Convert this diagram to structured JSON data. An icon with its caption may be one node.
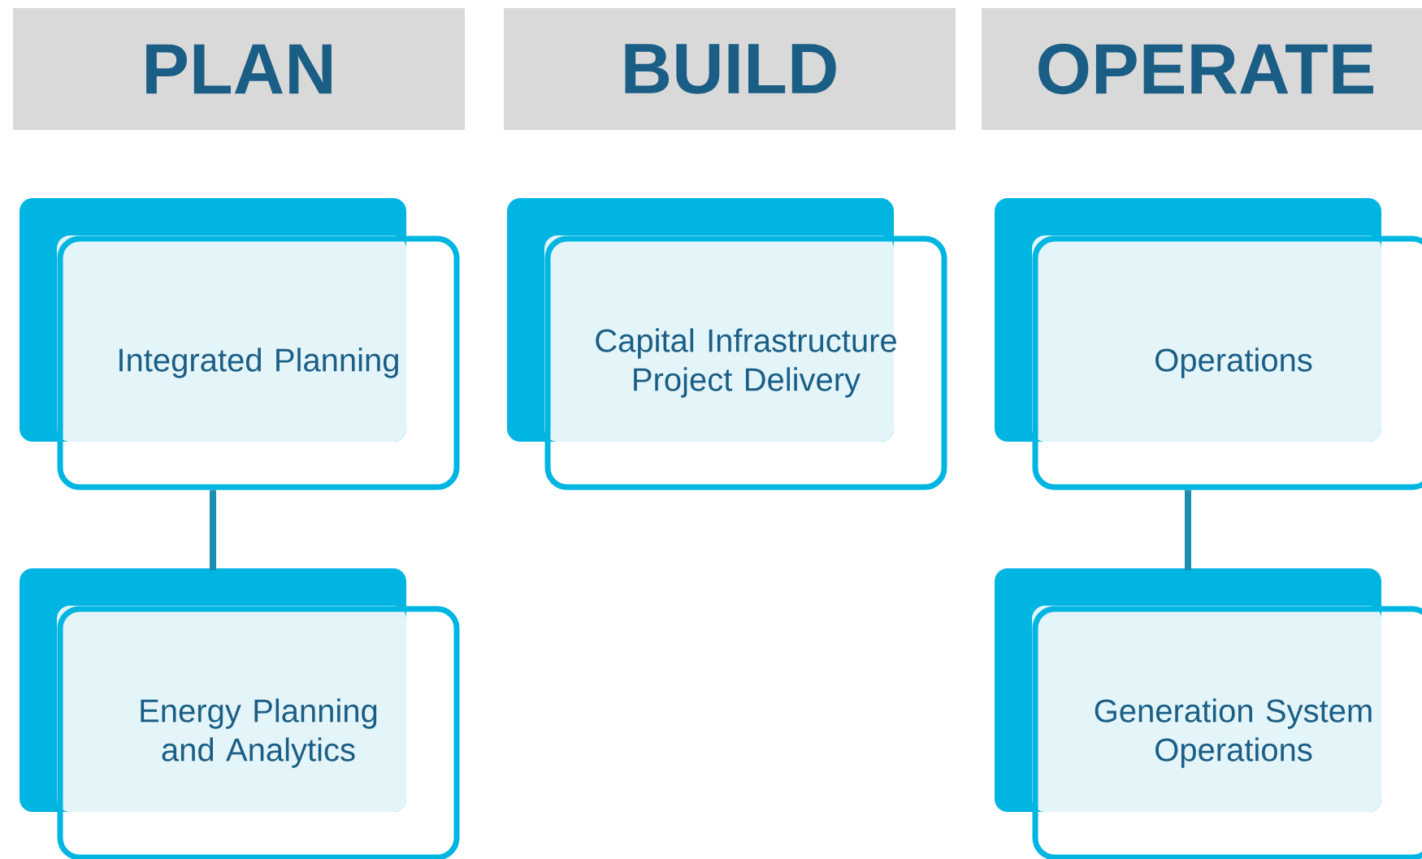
{
  "diagram": {
    "nodes": [
      {
        "text": [
          "PLAN"
        ]
      },
      {
        "text": [
          "BUILD"
        ]
      },
      {
        "text": [
          "OPERATE"
        ]
      },
      {
        "text": [
          "Integrated Planning"
        ]
      },
      {
        "text": [
          "Capital Infrastructure Project Delivery"
        ]
      },
      {
        "text": [
          "Operations"
        ]
      },
      {
        "text": [
          "Energy Planning and Analytics"
        ]
      },
      {
        "text": [
          "Generation System Operations"
        ]
      }
    ],
    "edges": [
      {
        "from": 3,
        "to": 6,
        "arrow": "none"
      },
      {
        "from": 5,
        "to": 7,
        "arrow": "none"
      }
    ]
  }
}
